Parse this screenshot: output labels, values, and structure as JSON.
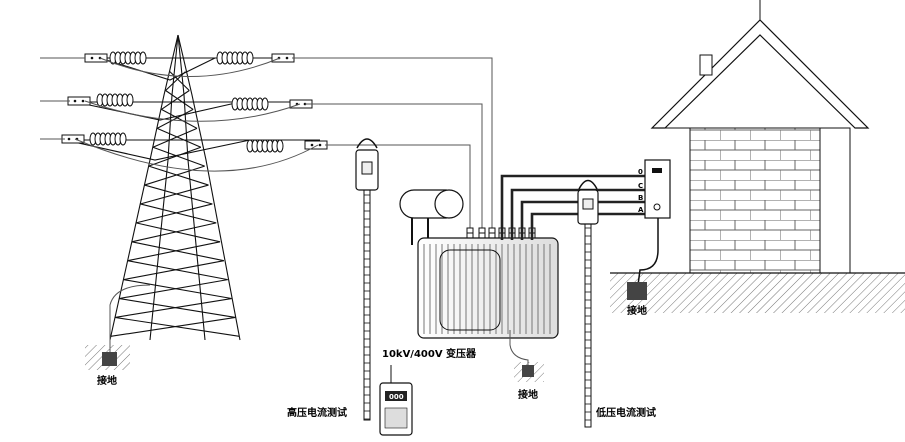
{
  "labels": {
    "transformer": "10kV/400V 变压器",
    "hv_test": "高压电流测试",
    "lv_test": "低压电流测试",
    "ground_tower": "接地",
    "ground_transformer": "接地",
    "ground_house": "接地"
  },
  "phases": [
    "0",
    "C",
    "B",
    "A"
  ],
  "meter_display": "000",
  "colors": {
    "line": "#000000",
    "ground_block": "#444444",
    "insulator": "#ffffff"
  }
}
